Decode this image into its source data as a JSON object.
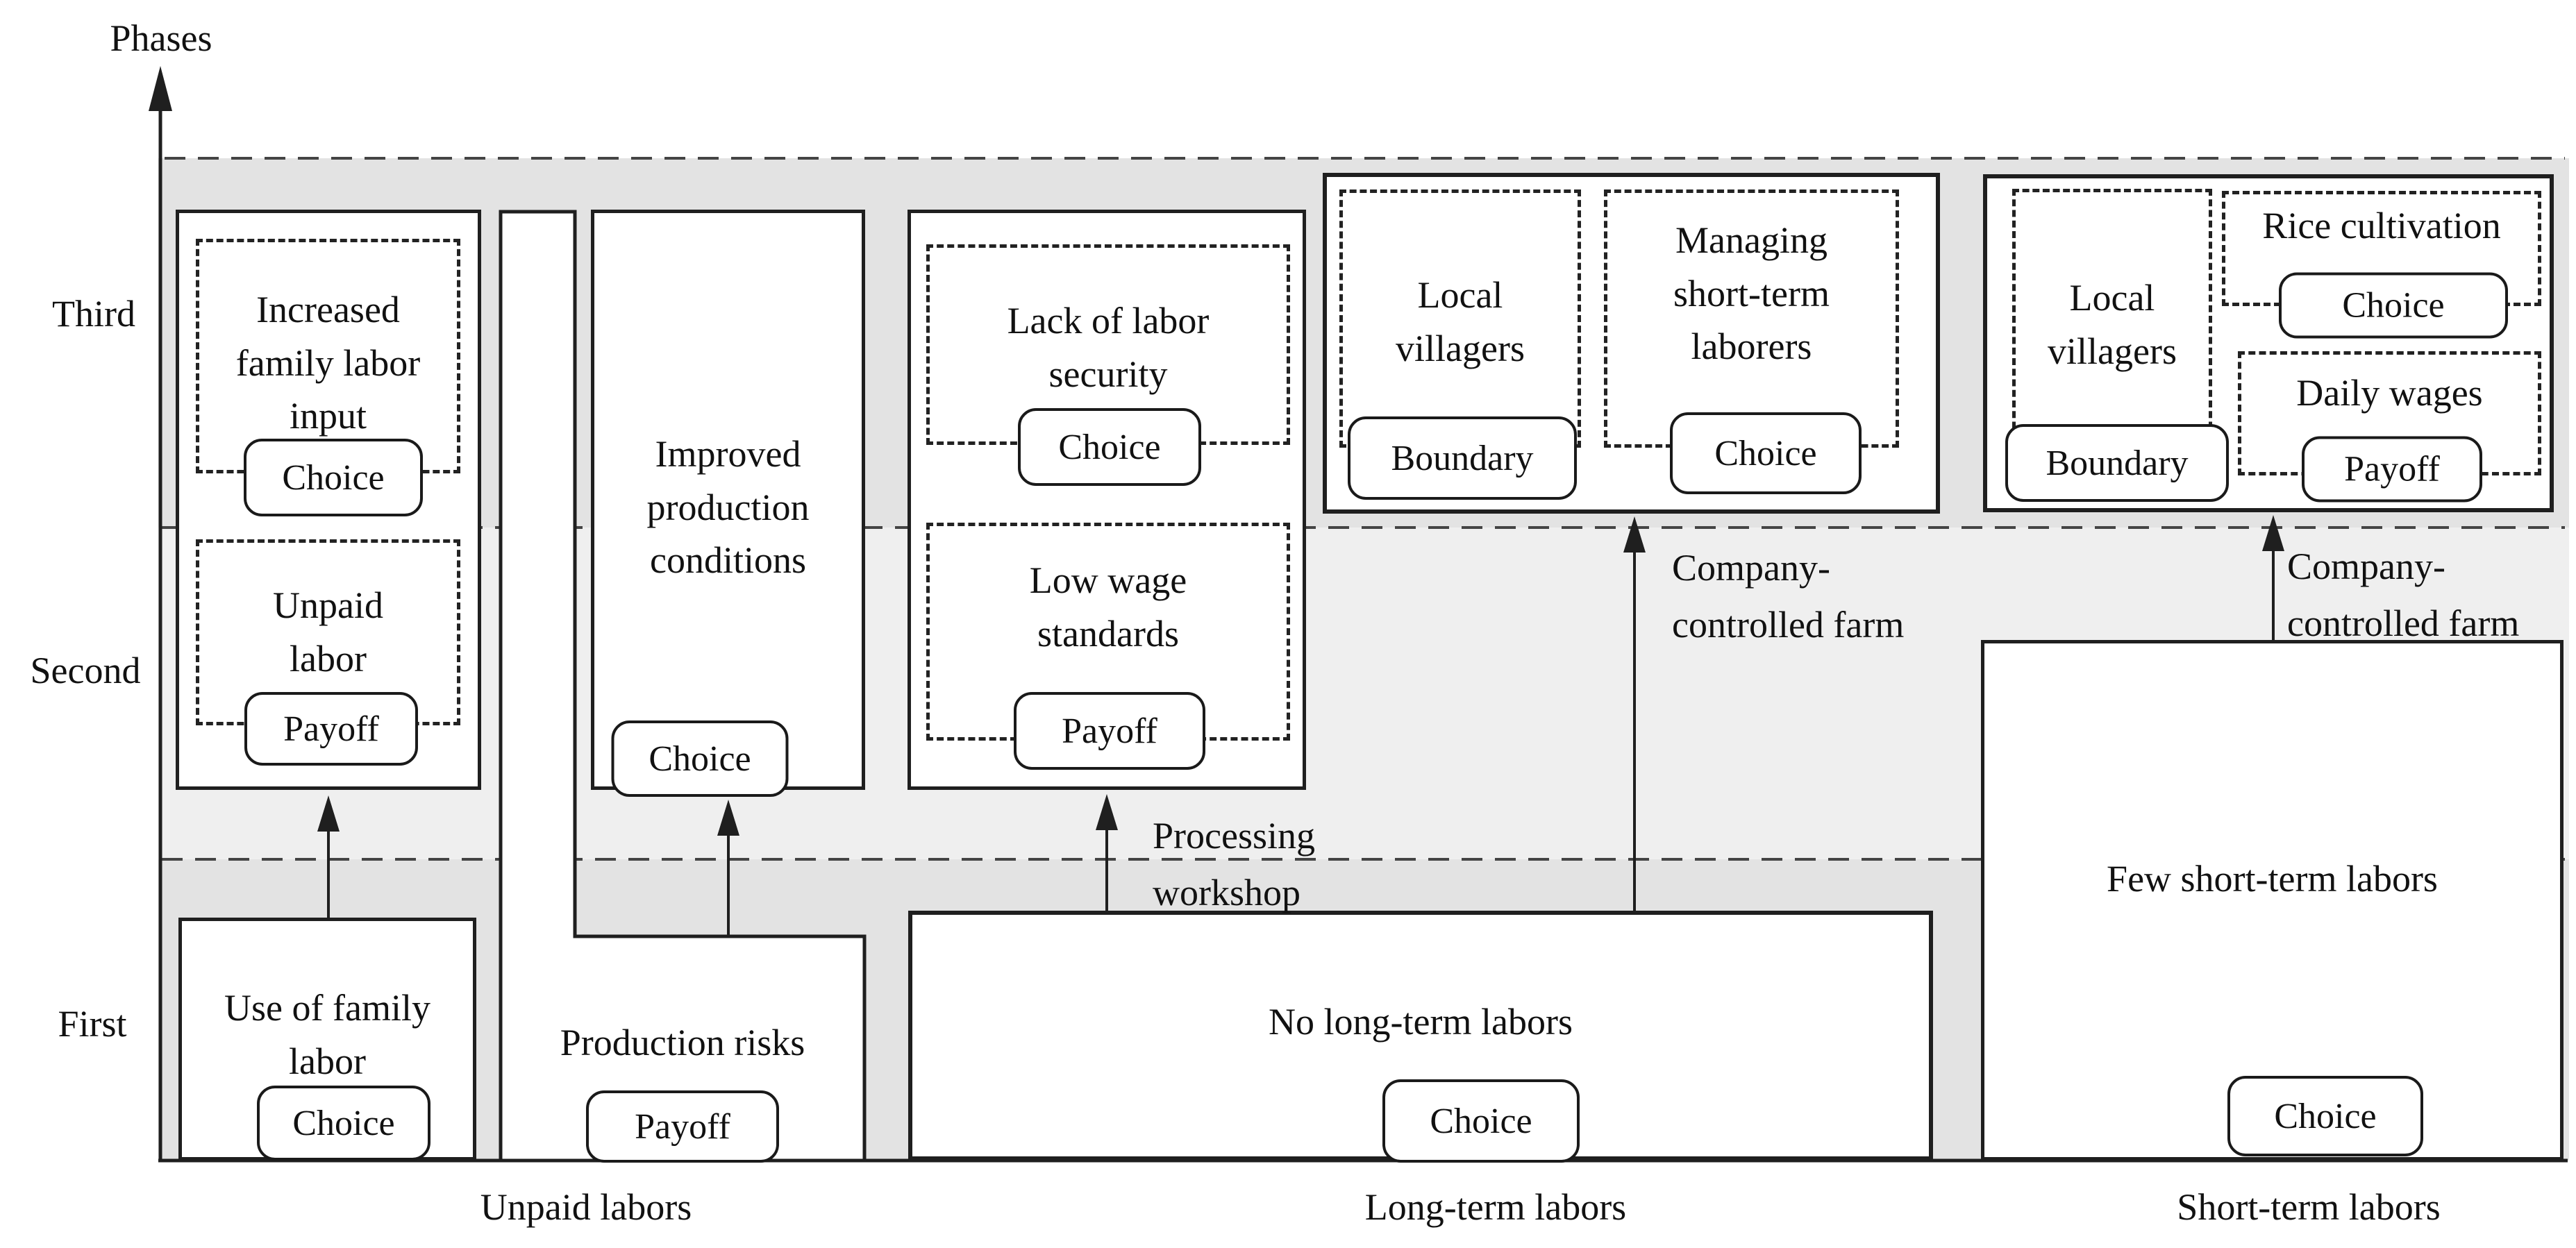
{
  "figure": {
    "y_axis_label": "Phases",
    "phase_labels": {
      "third": "Third",
      "second": "Second",
      "first": "First"
    },
    "category_labels": {
      "unpaid": "Unpaid labors",
      "long_term": "Long-term labors",
      "short_term": "Short-term labors"
    }
  },
  "nodes": {
    "increased_family_labor": {
      "label": "Increased\nfamily labor\ninput",
      "badge": "Choice"
    },
    "unpaid_labor": {
      "label": "Unpaid\nlabor",
      "badge": "Payoff"
    },
    "improved_production": {
      "label": "Improved\nproduction\nconditions",
      "badge": "Choice"
    },
    "lack_of_labor_security": {
      "label": "Lack of labor\nsecurity",
      "badge": "Choice"
    },
    "low_wage_standards": {
      "label": "Low wage\nstandards",
      "badge": "Payoff"
    },
    "local_villagers_long": {
      "label": "Local\nvillagers",
      "badge": "Boundary"
    },
    "managing_short_term": {
      "label": "Managing\nshort-term\nlaborers",
      "badge": "Choice"
    },
    "local_villagers_short": {
      "label": "Local\nvillagers",
      "badge": "Boundary"
    },
    "rice_cultivation": {
      "label": "Rice cultivation",
      "badge": "Choice"
    },
    "daily_wages": {
      "label": "Daily wages",
      "badge": "Payoff"
    },
    "use_of_family_labor": {
      "label": "Use of family\nlabor",
      "badge": "Choice"
    },
    "production_risks": {
      "label": "Production risks",
      "badge": "Payoff"
    },
    "no_long_term_labors": {
      "label": "No long-term labors",
      "badge": "Choice"
    },
    "few_short_term_labors": {
      "label": "Few short-term labors",
      "badge": "Choice"
    }
  },
  "annotations": {
    "processing_workshop": "Processing\nworkshop",
    "company_controlled_farm_long": "Company-\ncontrolled farm",
    "company_controlled_farm_short": "Company-\ncontrolled farm"
  },
  "colors": {
    "band_dark": "#e3e3e3",
    "band_light": "#efefef",
    "line": "#1f1f1f"
  }
}
